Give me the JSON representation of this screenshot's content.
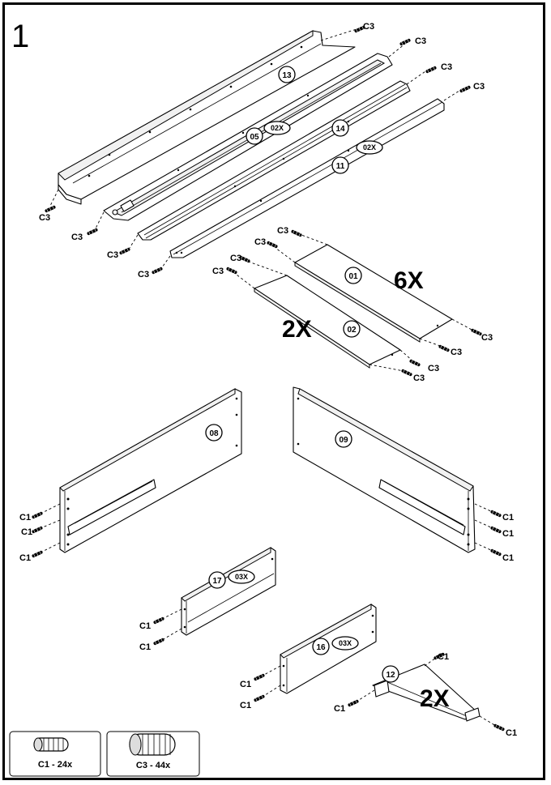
{
  "step": "1",
  "fasteners": {
    "c1": "C1",
    "c3": "C3"
  },
  "parts": {
    "p13": "13",
    "p05": "05",
    "p14": "14",
    "p11": "11",
    "p01": "01",
    "p02": "02",
    "p08": "08",
    "p09": "09",
    "p17": "17",
    "p16": "16",
    "p12": "12"
  },
  "quantities": {
    "q05": "02X",
    "q11": "02X",
    "q17": "03X",
    "q16": "03X",
    "part01": "6X",
    "part02": "2X",
    "part12": "2X"
  },
  "legend": [
    {
      "label": "C1 - 24x",
      "icon": "dowel-small"
    },
    {
      "label": "C3 - 44x",
      "icon": "dowel-large"
    }
  ]
}
